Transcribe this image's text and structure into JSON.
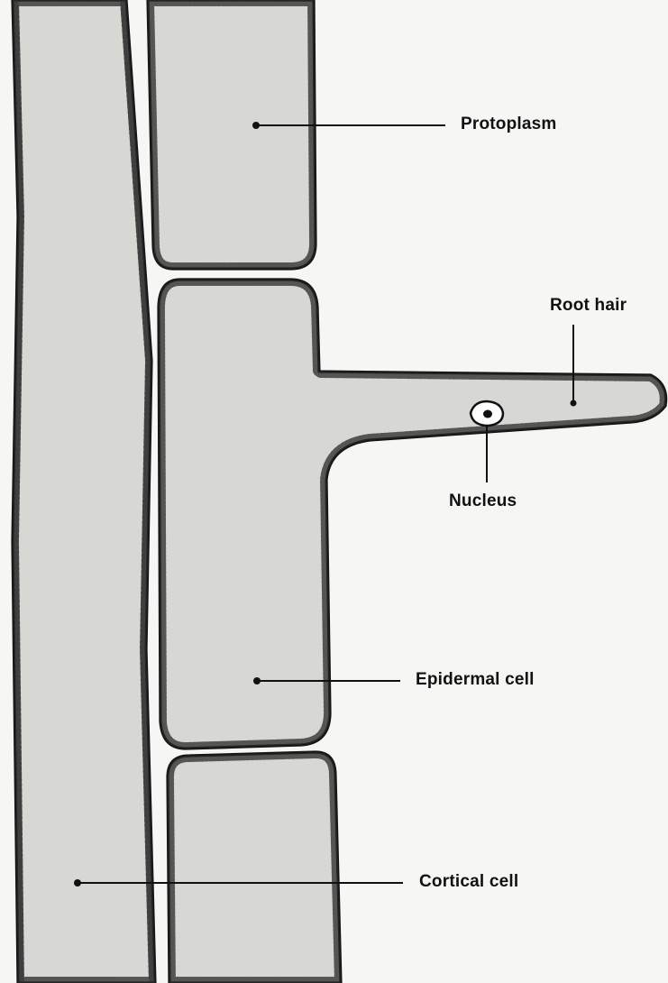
{
  "labels": {
    "protoplasm": "Protoplasm",
    "root_hair": "Root hair",
    "nucleus": "Nucleus",
    "epidermal_cell": "Epidermal cell",
    "cortical_cell": "Cortical cell"
  }
}
